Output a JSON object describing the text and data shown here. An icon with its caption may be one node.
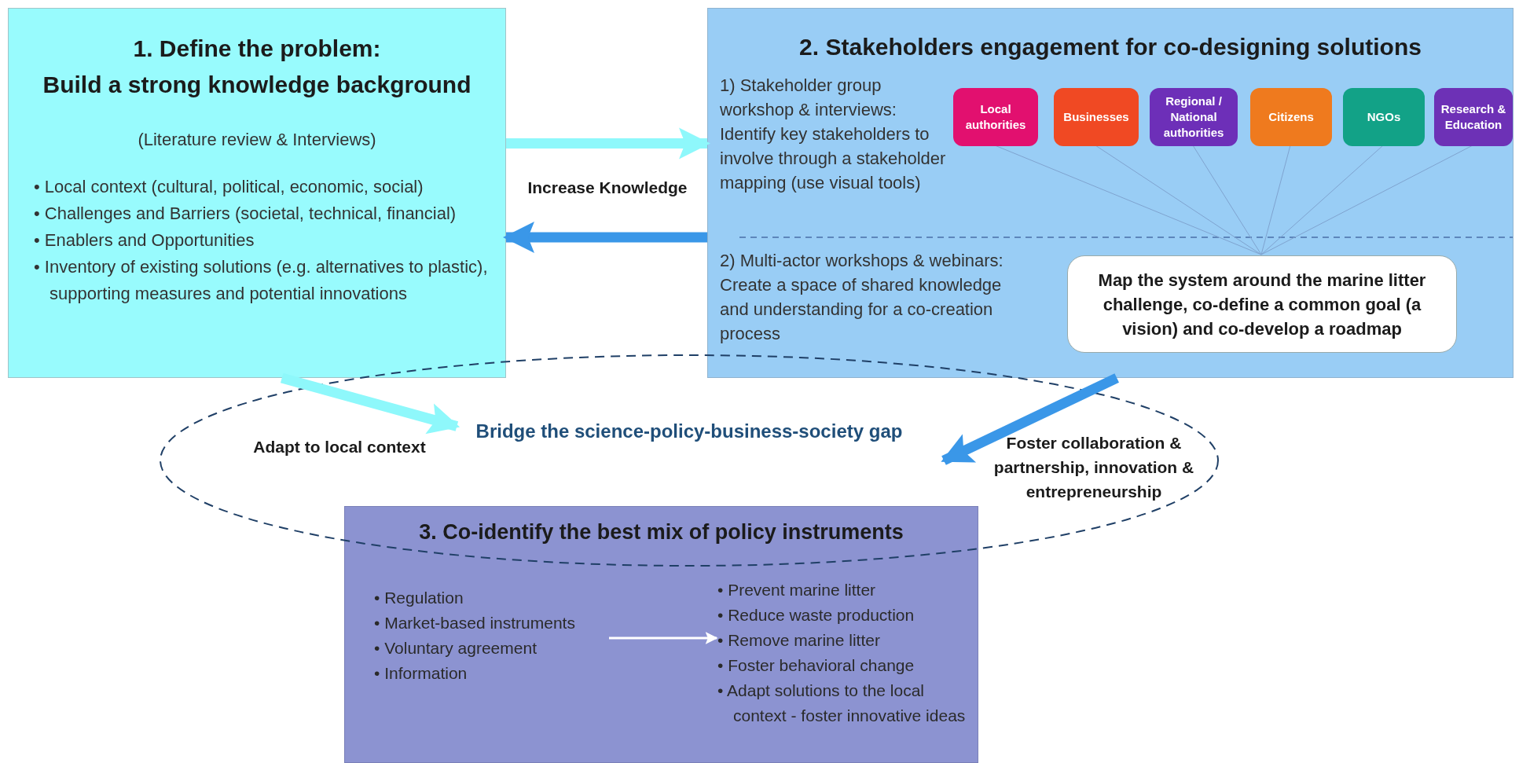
{
  "diagram": {
    "nodes": [
      {
        "text": [
          "1. Define the problem:",
          "Build a strong knowledge background",
          "(Literature review & Interviews)",
          "• Local context (cultural, political, economic, social)",
          "• Challenges and Barriers (societal, technical, financial)",
          "• Enablers and Opportunities",
          "• Inventory of existing solutions (e.g. alternatives to plastic), supporting measures and potential innovations"
        ]
      },
      {
        "text": [
          "2. Stakeholders engagement for co-designing solutions",
          "1) Stakeholder group workshop & interviews: Identify key stakeholders to involve through a stakeholder mapping (use visual tools)",
          "2) Multi-actor workshops & webinars: Create a space of shared knowledge and understanding for a co-creation process"
        ]
      },
      {
        "text": [
          "Local authorities"
        ],
        "in": 1
      },
      {
        "text": [
          "Businesses"
        ],
        "in": 1
      },
      {
        "text": [
          "Regional / National authorities"
        ],
        "in": 1
      },
      {
        "text": [
          "Citizens"
        ],
        "in": 1
      },
      {
        "text": [
          "NGOs"
        ],
        "in": 1
      },
      {
        "text": [
          "Research & Education"
        ],
        "in": 1
      },
      {
        "text": [
          "Map the system around the marine litter challenge, co-define a common goal (a vision) and co-develop a roadmap"
        ],
        "in": 1
      },
      {
        "text": [
          "Bridge the science-policy-business-society gap"
        ]
      },
      {
        "text": [
          "3. Co-identify the best mix of policy instruments"
        ]
      },
      {
        "text": [
          "• Regulation",
          "• Market-based instruments",
          "• Voluntary agreement",
          "• Information"
        ],
        "in": 10
      },
      {
        "text": [
          "• Prevent marine litter",
          "• Reduce waste production",
          "• Remove marine litter",
          "• Foster behavioral change",
          "• Adapt solutions to the local context - foster innovative ideas"
        ],
        "in": 10
      }
    ],
    "edges": [
      {
        "from": 0,
        "to": 1,
        "arrow": "to",
        "label": "Increase Knowledge",
        "style": "thick",
        "color": "#8ef8fb"
      },
      {
        "from": 1,
        "to": 0,
        "arrow": "to",
        "style": "thick",
        "color": "#3a97e8"
      },
      {
        "from": 0,
        "to": 9,
        "arrow": "to",
        "label": "Adapt to local context",
        "style": "thick",
        "color": "#8ef8fb"
      },
      {
        "from": 1,
        "to": 9,
        "arrow": "to",
        "label": "Foster collaboration & partnership, innovation & entrepreneurship",
        "style": "thick",
        "color": "#3a97e8"
      },
      {
        "from": 2,
        "to": 8,
        "arrow": "none"
      },
      {
        "from": 3,
        "to": 8,
        "arrow": "none"
      },
      {
        "from": 4,
        "to": 8,
        "arrow": "none"
      },
      {
        "from": 5,
        "to": 8,
        "arrow": "none"
      },
      {
        "from": 6,
        "to": 8,
        "arrow": "none"
      },
      {
        "from": 7,
        "to": 8,
        "arrow": "none"
      },
      {
        "from": 11,
        "to": 12,
        "arrow": "to",
        "color": "#ffffff"
      }
    ]
  }
}
